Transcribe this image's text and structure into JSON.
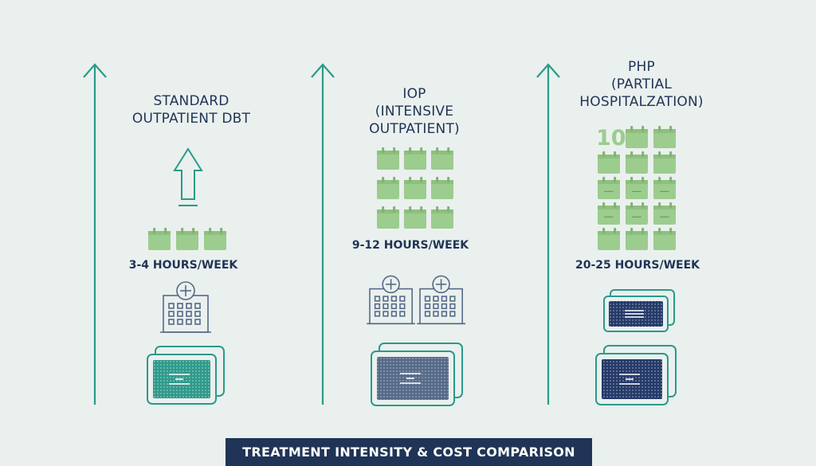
{
  "columns": [
    {
      "title_lines": [
        "STANDARD",
        "OUTPATIENT DBT"
      ],
      "hours": "3-4 HOURS/WEEK",
      "accent": "#2f9a8c"
    },
    {
      "title_lines": [
        "IOP",
        "(INTENSIVE",
        "OUTPATIENT)"
      ],
      "hours": "9-12 HOURS/WEEK",
      "accent": "#556a88"
    },
    {
      "title_lines": [
        "PHP",
        "(PARTIAL",
        "HOSPITALZATION)"
      ],
      "hours": "20-25 HOURS/WEEK",
      "big_number": "10",
      "accent": "#253a6a"
    }
  ],
  "footer": {
    "title": "TREATMENT INTENSITY & COST COMPARISON"
  },
  "colors": {
    "background": "#eaf0ee",
    "axis": "#2a9a8a",
    "calendar": "#9ccc8e",
    "text": "#1f3456",
    "footer_bg": "#1f3456"
  },
  "icons": [
    "up-arrow-icon",
    "calendar-icon",
    "hospital-icon",
    "credit-card-icon"
  ]
}
